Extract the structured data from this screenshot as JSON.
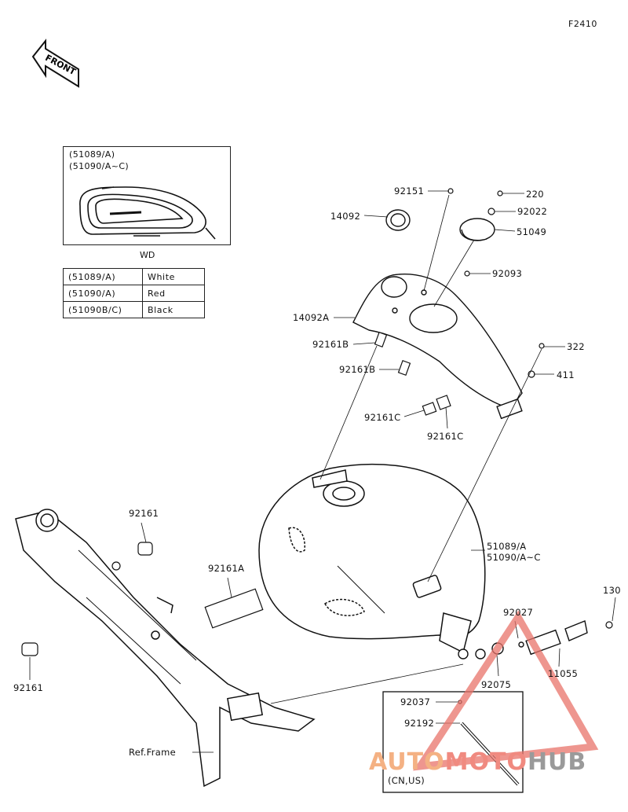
{
  "figure_code": "F2410",
  "front_badge": "FRONT",
  "inset": {
    "lines": [
      "(51089/A)",
      "(51090/A~C)"
    ],
    "caption": "WD"
  },
  "color_table": [
    {
      "code": "(51089/A)",
      "color": "White"
    },
    {
      "code": "(51090/A)",
      "color": "Red"
    },
    {
      "code": "(51090B/C)",
      "color": "Black"
    }
  ],
  "callouts": {
    "c92151": "92151",
    "c14092": "14092",
    "c220": "220",
    "c92022": "92022",
    "c51049": "51049",
    "c92093": "92093",
    "c14092A": "14092A",
    "c92161B_1": "92161B",
    "c92161B_2": "92161B",
    "c322": "322",
    "c411": "411",
    "c92161C_1": "92161C",
    "c92161C_2": "92161C",
    "c92161_top": "92161",
    "c92161A": "92161A",
    "c51089": "51089/A",
    "c51090": "51090/A~C",
    "c130": "130",
    "c92027": "92027",
    "c92161_bottom": "92161",
    "c11055": "11055",
    "c92075": "92075",
    "c92037": "92037",
    "c92192": "92192",
    "c_frame": "Ref.Frame",
    "c_cnus": "(CN,US)"
  },
  "watermark": {
    "part1": "AUTO",
    "part2": "MOTO",
    "part3": "HUB",
    "color1": "#f4b183",
    "color2": "#f08a80",
    "color3": "#9a9a9a"
  }
}
